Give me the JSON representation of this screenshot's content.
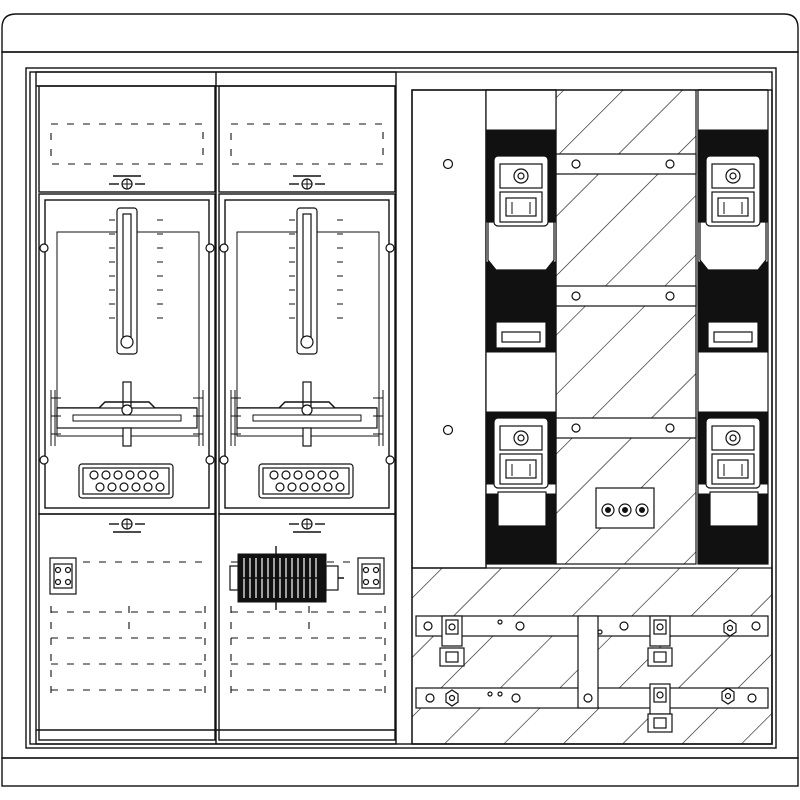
{
  "diagram": {
    "kind": "electrical-meter-cabinet-front-elevation",
    "colors": {
      "line": "#111111",
      "background": "#ffffff"
    },
    "meter_sections": 2,
    "fuse_columns": 2,
    "icons": [
      "fuse-base-icon",
      "terminal-block-icon",
      "screw-icon",
      "busbar-icon"
    ]
  }
}
